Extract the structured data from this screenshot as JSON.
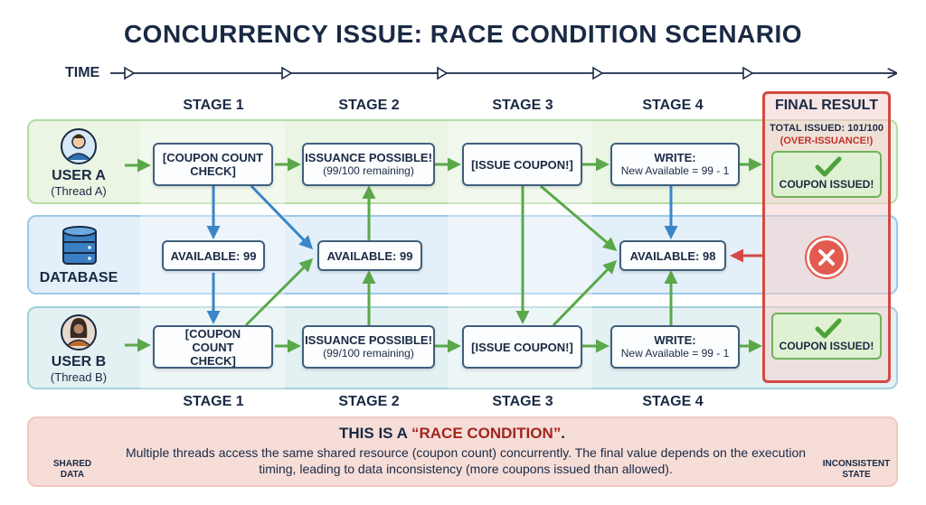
{
  "title": "CONCURRENCY ISSUE: RACE CONDITION SCENARIO",
  "time_label": "TIME",
  "stages_top": [
    "STAGE 1",
    "STAGE 2",
    "STAGE 3",
    "STAGE 4"
  ],
  "stages_bottom": [
    "STAGE 1",
    "STAGE 2",
    "STAGE 3",
    "STAGE 4"
  ],
  "user_a": {
    "name": "USER A",
    "thread": "(Thread A)"
  },
  "database": {
    "name": "DATABASE"
  },
  "user_b": {
    "name": "USER B",
    "thread": "(Thread B)"
  },
  "lane_a": {
    "s1": "[COUPON COUNT CHECK]",
    "s2_title": "ISSUANCE POSSIBLE!",
    "s2_sub": "(99/100 remaining)",
    "s3": "[ISSUE COUPON!]",
    "s4_title": "WRITE:",
    "s4_sub": "New Available = 99 - 1"
  },
  "db": {
    "s1": "AVAILABLE: 99",
    "s2": "AVAILABLE: 99",
    "s4": "AVAILABLE: 98"
  },
  "lane_b": {
    "s1": "[COUPON COUNT CHECK]",
    "s2_title": "ISSUANCE POSSIBLE!",
    "s2_sub": "(99/100 remaining)",
    "s3": "[ISSUE COUPON!]",
    "s4_title": "WRITE:",
    "s4_sub": "New Available = 99 - 1"
  },
  "final": {
    "title": "FINAL RESULT",
    "total": "TOTAL ISSUED: 101/100",
    "over": "(OVER-ISSUANCE!)",
    "issued_a": "COUPON ISSUED!",
    "issued_b": "COUPON ISSUED!"
  },
  "bottom": {
    "race_prefix": "THIS IS A ",
    "race_term": "“RACE CONDITION”",
    "race_suffix": ".",
    "description": "Multiple threads access the same shared resource (coupon count) concurrently. The final value depends on the execution timing, leading to data inconsistency (more coupons issued than allowed).",
    "shared_data": "SHARED DATA",
    "inconsistent_state": "INCONSISTENT STATE"
  },
  "colors": {
    "navy": "#1a2a44",
    "green": "#5aa84a",
    "blue": "#3a86c8",
    "red": "#d34a43"
  },
  "icons": [
    "user-a-avatar-icon",
    "database-icon",
    "user-b-avatar-icon",
    "check-icon",
    "x-icon",
    "shared-data-icon",
    "inconsistent-state-icon"
  ]
}
